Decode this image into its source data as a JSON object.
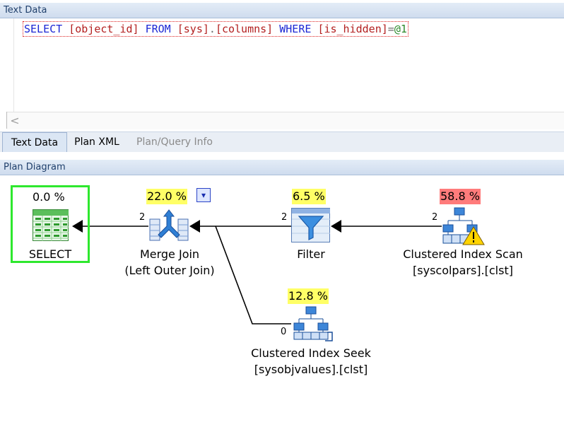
{
  "text_section": {
    "header": "Text Data",
    "sql": {
      "kw_select": "SELECT",
      "col": "[object_id]",
      "kw_from": "FROM",
      "schema": "[sys]",
      "dot": ".",
      "table": "[columns]",
      "kw_where": "WHERE",
      "pred_col": "[is_hidden]",
      "eq": "=",
      "param": "@1"
    },
    "scroll_left_glyph": "<"
  },
  "tabs": [
    {
      "label": "Text Data",
      "active": true
    },
    {
      "label": "Plan XML",
      "active": false
    },
    {
      "label": "Plan/Query Info",
      "active": false,
      "disabled": true
    }
  ],
  "plan": {
    "header": "Plan Diagram",
    "nodes": {
      "select": {
        "cost": "0.0 %",
        "label1": "SELECT"
      },
      "merge_join": {
        "cost": "22.0 %",
        "label1": "Merge Join",
        "label2": "(Left Outer Join)",
        "rows_in": "2"
      },
      "filter": {
        "cost": "6.5 %",
        "label1": "Filter",
        "rows_in": "2"
      },
      "ci_scan": {
        "cost": "58.8 %",
        "label1": "Clustered Index Scan",
        "label2": "[syscolpars].[clst]",
        "rows_in": "2"
      },
      "ci_seek": {
        "cost": "12.8 %",
        "label1": "Clustered Index Seek",
        "label2": "[sysobjvalues].[clst]",
        "rows_in": "0"
      }
    },
    "dropdown_glyph": "▾"
  },
  "colors": {
    "select_highlight": "#2ee82e",
    "cost_medium": "#ffff66",
    "cost_high": "#ff7b7b"
  }
}
